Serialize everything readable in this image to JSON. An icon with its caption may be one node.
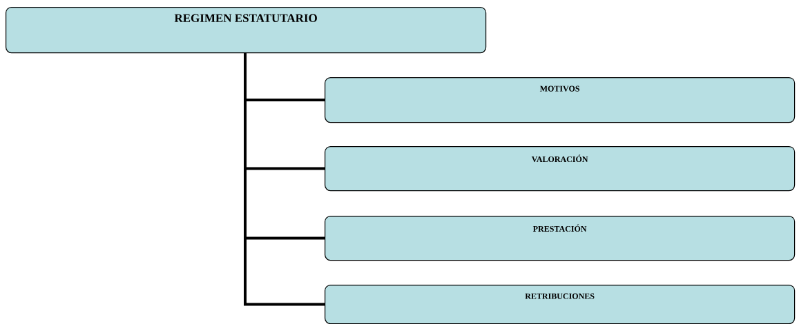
{
  "diagram": {
    "nodes": [
      {
        "text": [
          "REGIMEN ESTATUTARIO"
        ]
      },
      {
        "text": [
          "MOTIVOS"
        ]
      },
      {
        "text": [
          "VALORACIÓN"
        ]
      },
      {
        "text": [
          "PRESTACIÓN"
        ]
      },
      {
        "text": [
          "RETRIBUCIONES"
        ]
      }
    ],
    "edges": [
      {
        "from": 0,
        "to": 1,
        "arrow": "none"
      },
      {
        "from": 0,
        "to": 2,
        "arrow": "none"
      },
      {
        "from": 0,
        "to": 3,
        "arrow": "none"
      },
      {
        "from": 0,
        "to": 4,
        "arrow": "none"
      }
    ]
  }
}
